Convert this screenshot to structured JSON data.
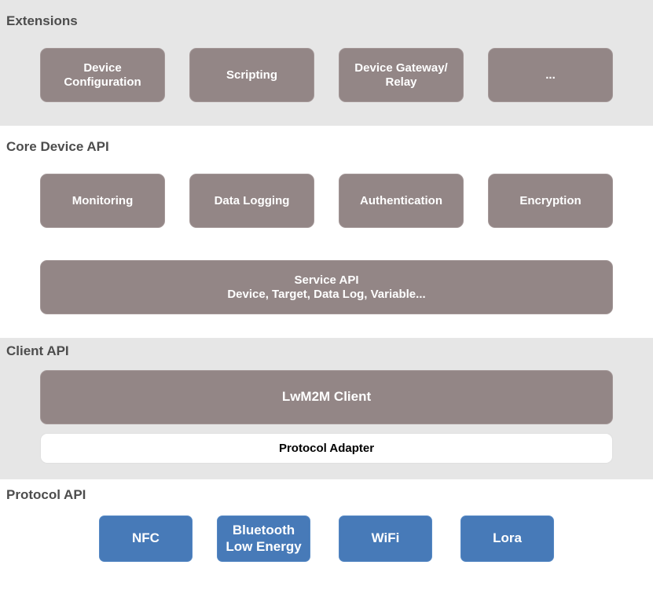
{
  "extensions": {
    "title": "Extensions",
    "items": [
      {
        "line1": "Device",
        "line2": "Configuration"
      },
      {
        "line1": "Scripting"
      },
      {
        "line1": "Device Gateway/",
        "line2": "Relay"
      },
      {
        "line1": "..."
      }
    ]
  },
  "core": {
    "title": "Core Device API",
    "items": [
      {
        "label": "Monitoring"
      },
      {
        "label": "Data Logging"
      },
      {
        "label": "Authentication"
      },
      {
        "label": "Encryption"
      }
    ],
    "service": {
      "line1": "Service API",
      "line2": "Device, Target, Data Log, Variable..."
    }
  },
  "client": {
    "title": "Client API",
    "lwm2m": "LwM2M Client",
    "adapter": "Protocol Adapter"
  },
  "protocol": {
    "title": "Protocol API",
    "items": [
      {
        "line1": "NFC"
      },
      {
        "line1": "Bluetooth",
        "line2": "Low Energy"
      },
      {
        "line1": "WiFi"
      },
      {
        "line1": "Lora"
      }
    ]
  },
  "colors": {
    "box_fill": "#938686",
    "protocol_fill": "#477ab8",
    "band_fill": "#e6e6e6",
    "title_text": "#4d4d4d"
  }
}
